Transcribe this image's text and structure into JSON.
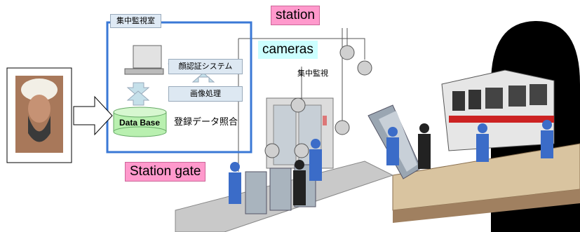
{
  "labels": {
    "station": "station",
    "cameras": "cameras",
    "station_gate": "Station gate",
    "control_room": "集中監視室",
    "face_recognition": "顔認証システム",
    "image_processing": "画像処理",
    "database": "Data Base",
    "registered_match": "登録データ照合",
    "central_monitoring": "集中監視"
  },
  "colors": {
    "panel_border": "#3a78d6",
    "pink": "#ff99cc",
    "cyan": "#ccffff",
    "db_green": "#b9f0b0",
    "tunnel": "#000000"
  }
}
